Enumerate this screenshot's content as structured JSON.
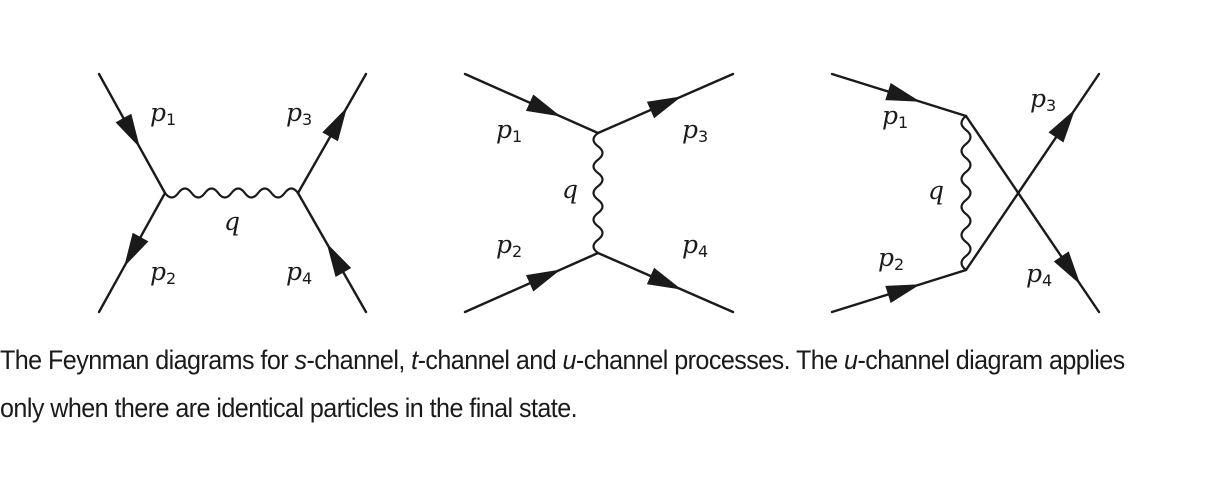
{
  "diagrams": [
    {
      "channel": "s",
      "labels": {
        "p1": "p",
        "p1_sub": "1",
        "p2": "p",
        "p2_sub": "2",
        "p3": "p",
        "p3_sub": "3",
        "p4": "p",
        "p4_sub": "4",
        "q": "q"
      }
    },
    {
      "channel": "t",
      "labels": {
        "p1": "p",
        "p1_sub": "1",
        "p2": "p",
        "p2_sub": "2",
        "p3": "p",
        "p3_sub": "3",
        "p4": "p",
        "p4_sub": "4",
        "q": "q"
      }
    },
    {
      "channel": "u",
      "labels": {
        "p1": "p",
        "p1_sub": "1",
        "p2": "p",
        "p2_sub": "2",
        "p3": "p",
        "p3_sub": "3",
        "p4": "p",
        "p4_sub": "4",
        "q": "q"
      }
    }
  ],
  "caption": {
    "line1_a": "The Feynman diagrams for ",
    "line1_s": "s",
    "line1_b": "-channel, ",
    "line1_t": "t",
    "line1_c": "-channel and ",
    "line1_u": "u",
    "line1_d": "-channel processes. The ",
    "line1_u2": "u",
    "line1_e": "-channel diagram applies",
    "line2": "only when there are identical particles in the final state."
  },
  "colors": {
    "ink": "#1a1a1a",
    "background": "#ffffff"
  }
}
